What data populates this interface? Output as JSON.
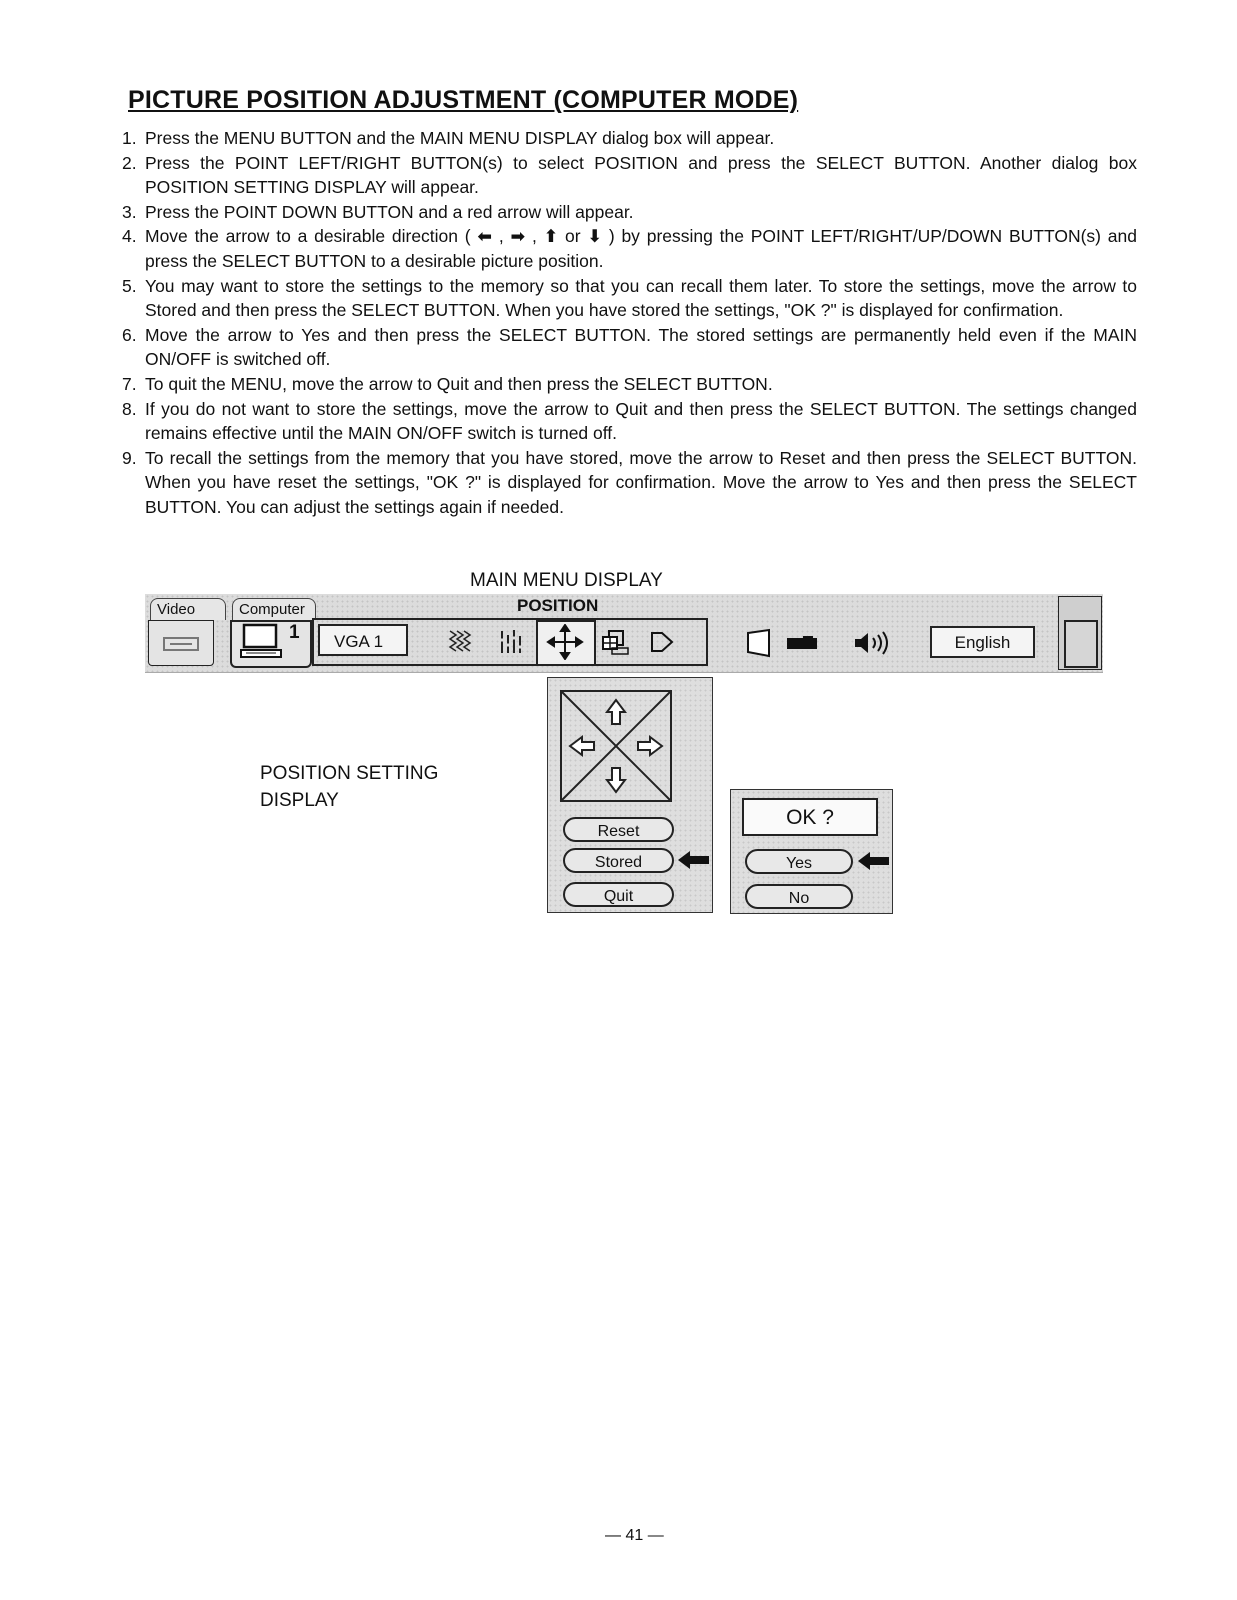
{
  "heading": "PICTURE POSITION ADJUSTMENT (COMPUTER MODE)",
  "steps": [
    {
      "num": "1.",
      "text": "Press the MENU BUTTON and the MAIN MENU DISPLAY dialog box will appear."
    },
    {
      "num": "2.",
      "text": "Press the POINT LEFT/RIGHT BUTTON(s) to select POSITION and press the SELECT BUTTON. Another dialog box POSITION SETTING DISPLAY will appear."
    },
    {
      "num": "3.",
      "text": "Press the POINT DOWN BUTTON and a red arrow will appear."
    },
    {
      "num": "4.",
      "text_a": "Move the arrow to a desirable direction (",
      "text_b": "or",
      "text_c": ") by pressing the POINT LEFT/RIGHT/UP/DOWN BUTTON(s) and press the SELECT BUTTON to a desirable picture position.",
      "glyph_left": "⬅",
      "glyph_right": "➡",
      "glyph_up": "⬆",
      "glyph_down": "⬇"
    },
    {
      "num": "5.",
      "text": "You may want to store the settings to the memory so that you can recall them later. To store the settings, move the arrow to Stored and then press the SELECT BUTTON. When you have stored the settings, \"OK ?\" is displayed for confirmation."
    },
    {
      "num": "6.",
      "text": "Move the arrow to Yes and then press the SELECT BUTTON. The stored settings are permanently held even if the MAIN ON/OFF is switched off."
    },
    {
      "num": "7.",
      "text": "To quit the MENU, move the arrow to Quit and then press the SELECT BUTTON."
    },
    {
      "num": "8.",
      "text": "If you do not want to store the settings, move the arrow to Quit and then press the SELECT BUTTON. The settings changed remains effective until the MAIN ON/OFF switch is turned off."
    },
    {
      "num": "9.",
      "text": "To recall the settings from the memory that you have stored, move the arrow to Reset and then press the SELECT BUTTON. When you have reset the settings, \"OK ?\" is displayed for confirmation. Move the arrow to Yes and then press the SELECT BUTTON. You can adjust the settings again if needed."
    }
  ],
  "main_menu": {
    "caption": "MAIN MENU DISPLAY",
    "selected_title": "POSITION",
    "tab_video": "Video",
    "tab_computer": "Computer",
    "computer_number": "1",
    "source": "VGA 1",
    "language": "English"
  },
  "position_setting": {
    "caption_line1": "POSITION SETTING",
    "caption_line2": "DISPLAY",
    "reset": "Reset",
    "stored": "Stored",
    "quit": "Quit"
  },
  "confirm": {
    "prompt": "OK ?",
    "yes": "Yes",
    "no": "No"
  },
  "page_number": "— 41 —"
}
